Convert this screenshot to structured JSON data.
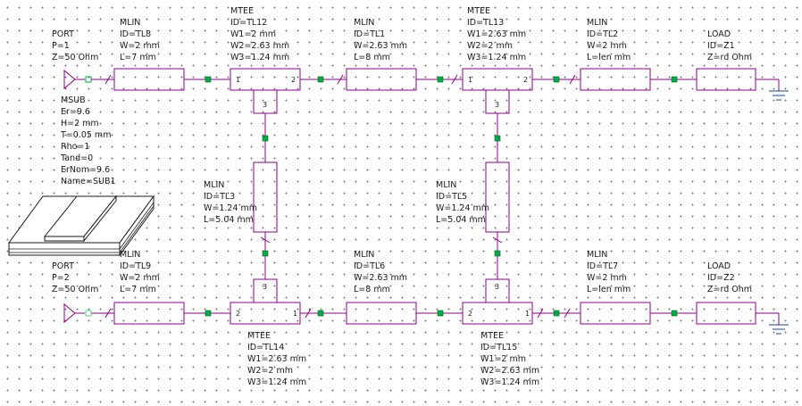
{
  "colors": {
    "wire": "#8b008b",
    "node": "#00aa44",
    "label": "#1a1a1a",
    "ground": "#1a4a8a",
    "grid": "#7a7a7a"
  },
  "elements": {
    "port1": {
      "lines": [
        "PORT",
        "P=1",
        "Z=50 Ohm"
      ]
    },
    "tl8": {
      "lines": [
        "MLIN",
        "ID=TL8",
        "W=2 mm",
        "L=7 mm"
      ]
    },
    "tl12": {
      "lines": [
        "MTEE",
        "ID=TL12",
        "W1=2 mm",
        "W2=2.63 mm",
        "W3=1.24 mm"
      ]
    },
    "tl1": {
      "lines": [
        "MLIN",
        "ID=TL1",
        "W=2.63 mm",
        "L=8 mm"
      ]
    },
    "tl13": {
      "lines": [
        "MTEE",
        "ID=TL13",
        "W1=2.63 mm",
        "W2=2 mm",
        "W3=1.24 mm"
      ]
    },
    "tl2": {
      "lines": [
        "MLIN",
        "ID=TL2",
        "W=2 mm",
        "L=len mm"
      ]
    },
    "z1": {
      "lines": [
        "LOAD",
        "ID=Z1",
        "Z=rd Ohm"
      ]
    },
    "msub": {
      "lines": [
        "MSUB",
        "Er=9.6",
        "H=2 mm",
        "T=0.05 mm",
        "Rho=1",
        "Tand=0",
        "ErNom=9.6",
        "Name=SUB1"
      ]
    },
    "tl3": {
      "lines": [
        "MLIN",
        "ID=TL3",
        "W=1.24 mm",
        "L=5.04 mm"
      ]
    },
    "tl5": {
      "lines": [
        "MLIN",
        "ID=TL5",
        "W=1.24 mm",
        "L=5.04 mm"
      ]
    },
    "port2": {
      "lines": [
        "PORT",
        "P=2",
        "Z=50 Ohm"
      ]
    },
    "tl9": {
      "lines": [
        "MLIN",
        "ID=TL9",
        "W=2 mm",
        "L=7 mm"
      ]
    },
    "tl6": {
      "lines": [
        "MLIN",
        "ID=TL6",
        "W=2.63 mm",
        "L=8 mm"
      ]
    },
    "tl7": {
      "lines": [
        "MLIN",
        "ID=TL7",
        "W=2 mm",
        "L=len mm"
      ]
    },
    "z2": {
      "lines": [
        "LOAD",
        "ID=Z2",
        "Z=rd Ohm"
      ]
    },
    "tl14": {
      "lines": [
        "MTEE",
        "ID=TL14",
        "W1=2.63 mm",
        "W2=2 mm",
        "W3=1.24 mm"
      ]
    },
    "tl15": {
      "lines": [
        "MTEE",
        "ID=TL15",
        "W1=2 mm",
        "W2=2.63 mm",
        "W3=1.24 mm"
      ]
    }
  },
  "pins": {
    "tl12": [
      "1",
      "2",
      "3"
    ],
    "tl13": [
      "1",
      "2",
      "3"
    ],
    "tl14": [
      "2",
      "1",
      "3"
    ],
    "tl15": [
      "2",
      "1",
      "3"
    ]
  }
}
